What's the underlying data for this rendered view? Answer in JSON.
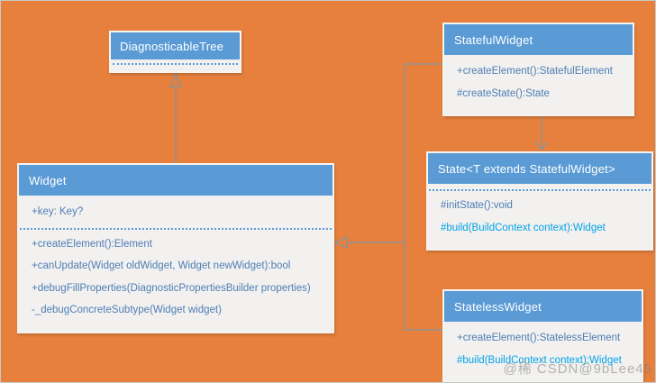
{
  "diagram": {
    "type": "uml-class-diagram",
    "classes": [
      {
        "name": "DiagnosticableTree",
        "attributes": [],
        "methods": []
      },
      {
        "name": "StatefulWidget",
        "attributes": [],
        "methods": [
          "+createElement():StatefulElement",
          "#createState():State"
        ]
      },
      {
        "name": "Widget",
        "attributes": [
          "+key: Key?"
        ],
        "methods": [
          "+createElement():Element",
          "+canUpdate(Widget oldWidget, Widget newWidget):bool",
          "+debugFillProperties(DiagnosticPropertiesBuilder properties)",
          "-_debugConcreteSubtype(Widget widget)"
        ]
      },
      {
        "name": "State<T extends StatefulWidget>",
        "attributes": [],
        "methods": [
          "#initState():void",
          "#build(BuildContext context):Widget"
        ]
      },
      {
        "name": "StatelessWidget",
        "attributes": [],
        "methods": [
          "+createElement():StatelessElement",
          "#build(BuildContext context):Widget"
        ]
      }
    ],
    "relationships": [
      {
        "from": "Widget",
        "to": "DiagnosticableTree",
        "type": "generalization"
      },
      {
        "from": "StatefulWidget",
        "to": "Widget",
        "type": "generalization"
      },
      {
        "from": "StatelessWidget",
        "to": "Widget",
        "type": "generalization"
      },
      {
        "from": "StatefulWidget",
        "to": "State<T extends StatefulWidget>",
        "type": "association"
      }
    ],
    "colors": {
      "background": "#E8803D",
      "header_fill": "#5B9BD5",
      "body_fill": "#F2F1EF",
      "member_text": "#4E7DB5",
      "highlight_text": "#00A2E8",
      "connector": "#919191"
    }
  },
  "watermark": "@稀 CSDN@9bLee45"
}
